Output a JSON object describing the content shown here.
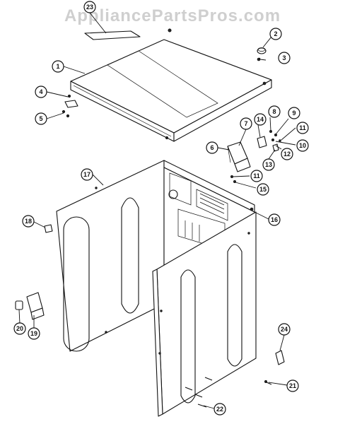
{
  "watermark": "AppliancePartsPros.com",
  "callouts": [
    {
      "id": "23",
      "label": "23"
    },
    {
      "id": "1",
      "label": "1"
    },
    {
      "id": "2",
      "label": "2"
    },
    {
      "id": "3",
      "label": "3"
    },
    {
      "id": "4",
      "label": "4"
    },
    {
      "id": "5",
      "label": "5"
    },
    {
      "id": "6",
      "label": "6"
    },
    {
      "id": "7",
      "label": "7"
    },
    {
      "id": "8",
      "label": "8"
    },
    {
      "id": "9",
      "label": "9"
    },
    {
      "id": "10",
      "label": "10"
    },
    {
      "id": "11a",
      "label": "11"
    },
    {
      "id": "11b",
      "label": "11"
    },
    {
      "id": "12",
      "label": "12"
    },
    {
      "id": "13",
      "label": "13"
    },
    {
      "id": "14",
      "label": "14"
    },
    {
      "id": "15",
      "label": "15"
    },
    {
      "id": "16",
      "label": "16"
    },
    {
      "id": "17",
      "label": "17"
    },
    {
      "id": "18",
      "label": "18"
    },
    {
      "id": "19",
      "label": "19"
    },
    {
      "id": "20",
      "label": "20"
    },
    {
      "id": "21",
      "label": "21"
    },
    {
      "id": "22",
      "label": "22"
    },
    {
      "id": "24",
      "label": "24"
    }
  ]
}
